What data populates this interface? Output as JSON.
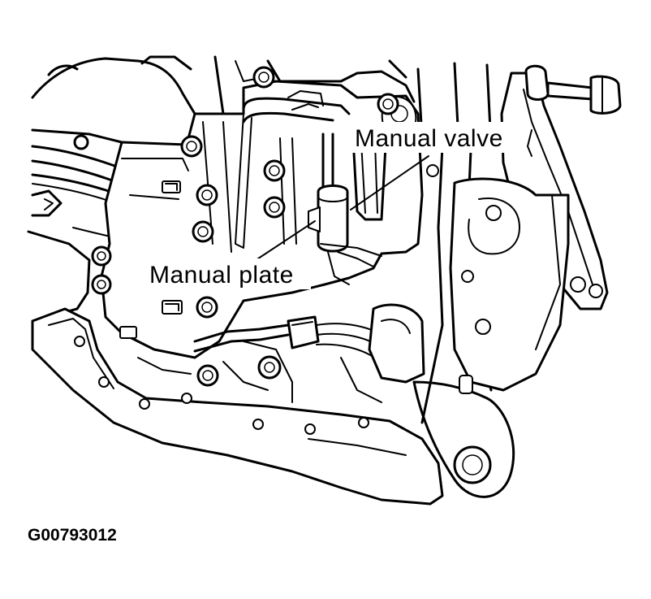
{
  "figure": {
    "labels": {
      "manual_valve": "Manual valve",
      "manual_plate": "Manual plate"
    },
    "figure_id": "G00793012"
  },
  "colors": {
    "line": "#000000",
    "background": "#ffffff"
  }
}
